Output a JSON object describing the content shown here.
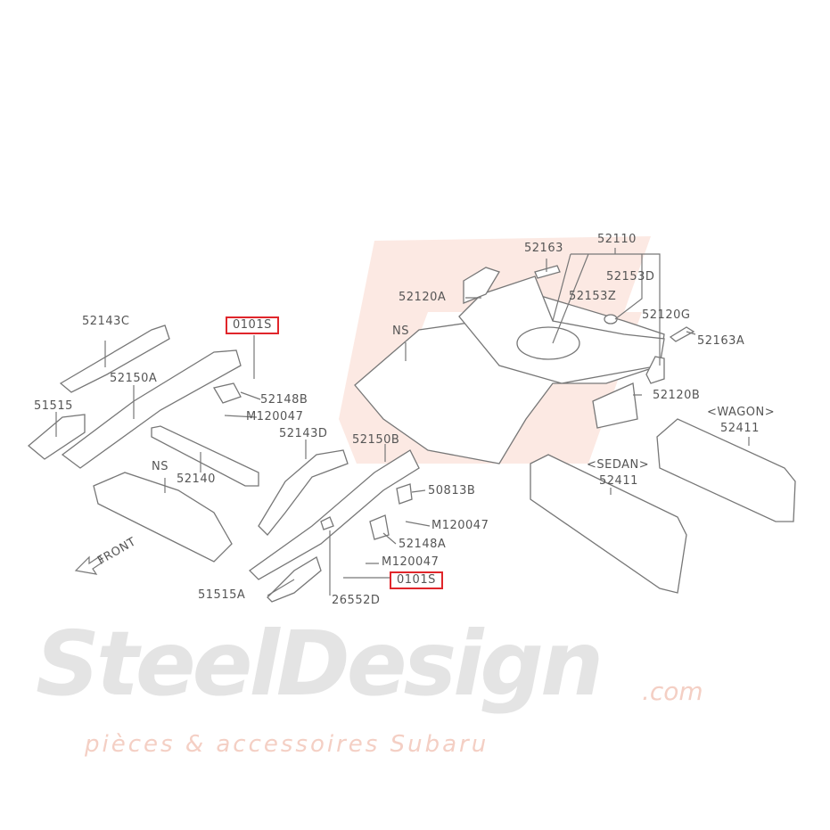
{
  "diagram": {
    "watermark": {
      "brand": "SteelDesign",
      "suffix": ".com",
      "tagline": "pièces & accessoires Subaru"
    },
    "direction_label": "FRONT",
    "highlight_color": "#e0262b",
    "highlighted_labels": [
      "0101S",
      "0101S"
    ],
    "labels": {
      "p52163": "52163",
      "p52110": "52110",
      "p52153D": "52153D",
      "p52120A": "52120A",
      "p52153Z": "52153Z",
      "p52120G": "52120G",
      "p52163A": "52163A",
      "ns_floor": "NS",
      "p52120B": "52120B",
      "p52143C": "52143C",
      "p52150A": "52150A",
      "p51515": "51515",
      "p52148B": "52148B",
      "m120047_a": "M120047",
      "p52140": "52140",
      "ns_left": "NS",
      "p52143D": "52143D",
      "p52150B": "52150B",
      "p50813B": "50813B",
      "m120047_b": "M120047",
      "p52148A": "52148A",
      "m120047_c": "M120047",
      "p51515A": "51515A",
      "p26552D": "26552D",
      "wagon": "<WAGON>",
      "p52411_wagon": "52411",
      "sedan": "<SEDAN>",
      "p52411_sedan": "52411"
    }
  }
}
